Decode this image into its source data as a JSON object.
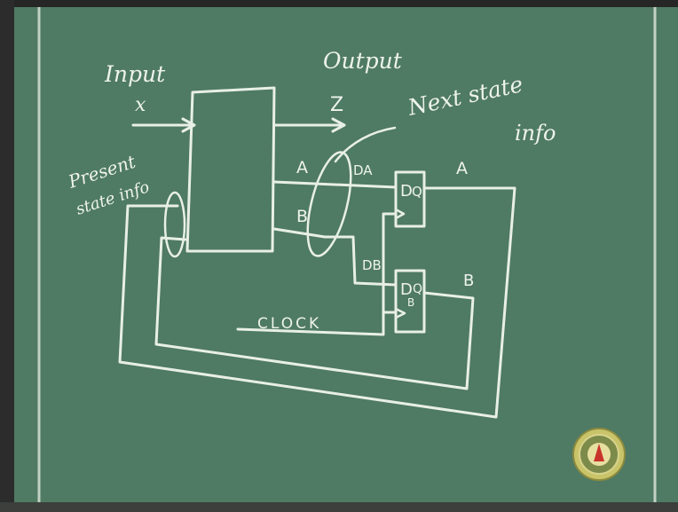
{
  "board": {
    "colors": {
      "board": "#4f7a64",
      "chalk": "#e8efe6",
      "frame": "#2a2a2a"
    },
    "labels": {
      "input": "Input",
      "input_var": "x",
      "output": "Output",
      "output_var": "Z",
      "next_state_1": "Next state",
      "next_state_2": "info",
      "present_state_1": "Present",
      "present_state_2": "state info",
      "line_a": "A",
      "line_b": "B",
      "da": "DA",
      "db": "DB",
      "ff_a_d": "D",
      "ff_a_q": "Q",
      "ff_b_d": "D",
      "ff_b_sub": "B",
      "ff_b_q": "Q",
      "out_a": "A",
      "out_b": "B",
      "clock": "CLOCK"
    },
    "badge_icon": "record-logo-icon"
  }
}
